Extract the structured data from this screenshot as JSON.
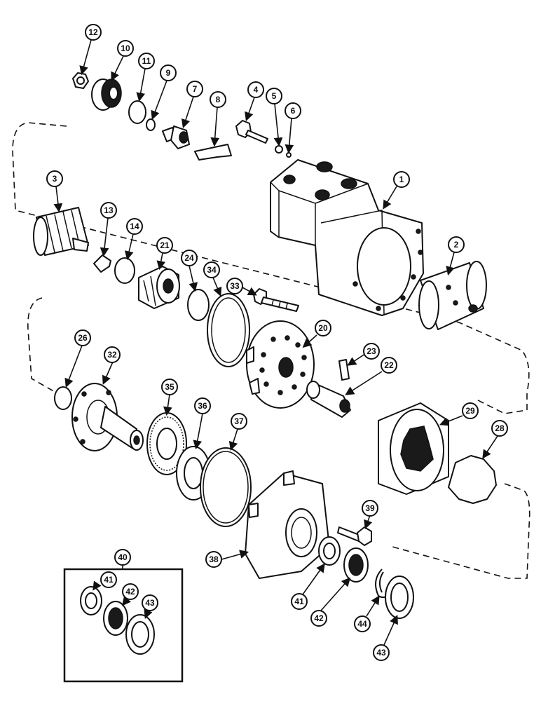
{
  "callouts": {
    "c1": "1",
    "c2": "2",
    "c3": "3",
    "c4": "4",
    "c5": "5",
    "c6": "6",
    "c7": "7",
    "c8": "8",
    "c9": "9",
    "c10": "10",
    "c11": "11",
    "c12": "12",
    "c13": "13",
    "c14": "14",
    "c20": "20",
    "c21": "21",
    "c22": "22",
    "c23": "23",
    "c24": "24",
    "c26": "26",
    "c28": "28",
    "c29": "29",
    "c32": "32",
    "c33": "33",
    "c34": "34",
    "c35": "35",
    "c36": "36",
    "c37": "37",
    "c38": "38",
    "c39": "39",
    "c40": "40",
    "c41a": "41",
    "c42a": "42",
    "c43a": "43",
    "c41b": "41",
    "c42b": "42",
    "c43b": "43",
    "c44": "44"
  }
}
